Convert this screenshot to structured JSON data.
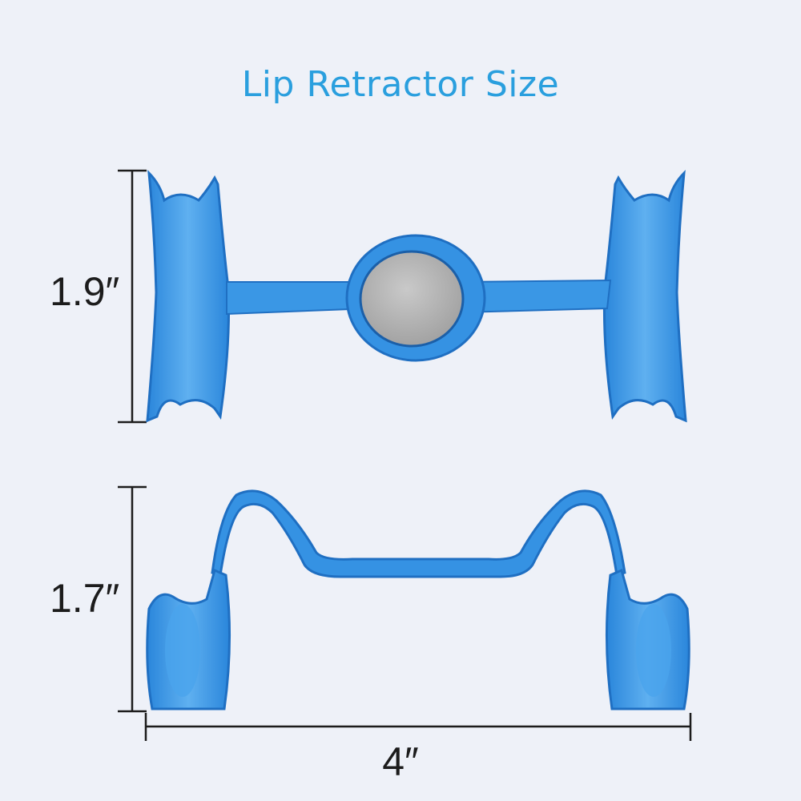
{
  "title": "Lip Retractor Size",
  "dimensions": {
    "front_height": "1.9″",
    "side_height": "1.7″",
    "width": "4″"
  },
  "colors": {
    "title": "#2a9fde",
    "product_blue": "#2f8ee0",
    "product_blue_light": "#6cb7f2",
    "mirror": "#b9b9b9",
    "background": "#eef1f8",
    "dimension_line": "#1c1c1c"
  }
}
